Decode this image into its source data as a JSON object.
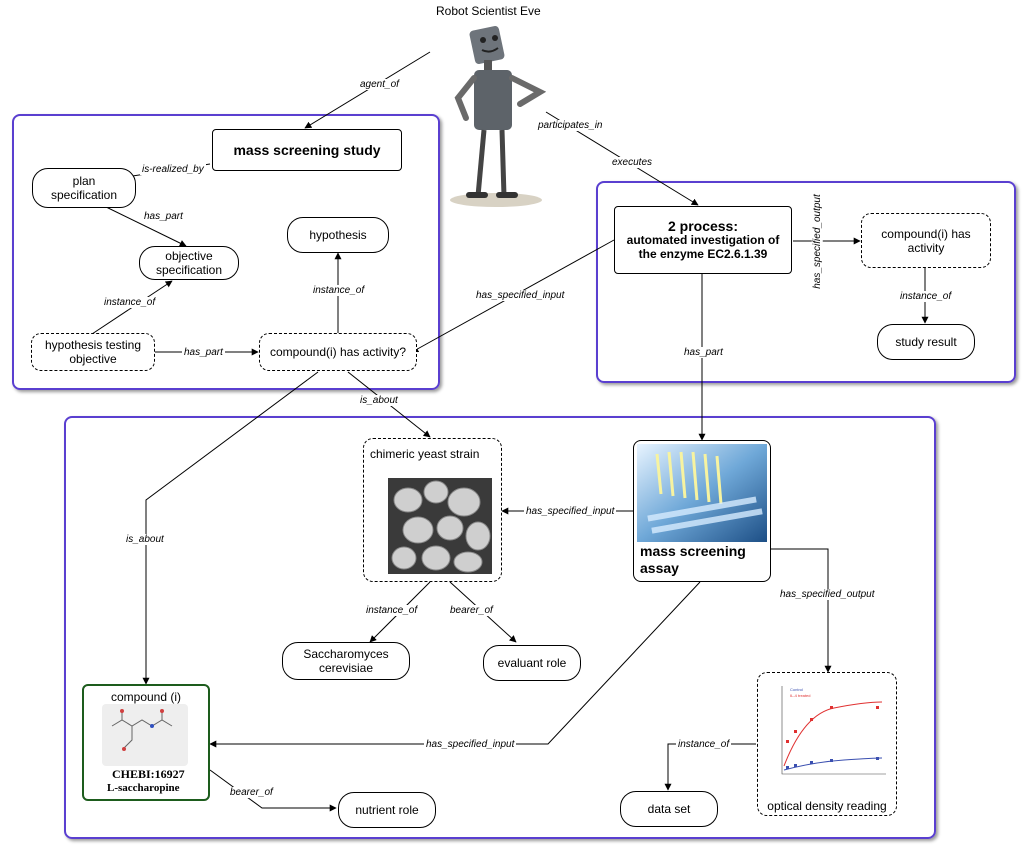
{
  "title": "Robot Scientist Eve",
  "nodes": {
    "mass_screening_study": "mass screening study",
    "plan_spec": "plan\nspecification",
    "objective_spec": "objective\nspecification",
    "hypothesis": "hypothesis",
    "hypothesis_testing": "hypothesis testing\nobjective",
    "compound_activity_q": "compound(i) has activity?",
    "process_title": "2 process:",
    "process_sub": "automated investigation of\nthe enzyme EC2.6.1.39",
    "compound_has_activity": "compound(i) has\nactivity",
    "study_result": "study result",
    "yeast": "chimeric yeast strain",
    "assay": "mass screening\nassay",
    "saccharomyces": "Saccharomyces\ncerevisiae",
    "evaluant": "evaluant role",
    "compound_i": "compound (i)",
    "chebi_id": "CHEBI:16927",
    "chebi_name": "L-saccharopine",
    "nutrient": "nutrient role",
    "data_set": "data set",
    "od_reading": "optical density reading"
  },
  "edge_labels": {
    "agent_of": "agent_of",
    "participates_in": "participates_in",
    "executes": "executes",
    "is_realized_by": "is-realized_by",
    "has_part_1": "has_part",
    "instance_of_1": "instance_of",
    "has_part_2": "has_part",
    "instance_of_2": "instance_of",
    "has_specified_input_1": "has_specified_input",
    "has_specified_output_1": "has_specified_output",
    "instance_of_3": "instance_of",
    "has_part_3": "has_part",
    "is_about_1": "is_about",
    "is_about_2": "is_about",
    "has_specified_input_2": "has_specified_input",
    "has_specified_output_2": "has_specified_output",
    "instance_of_4": "instance_of",
    "bearer_of_1": "bearer_of",
    "has_specified_input_3": "has_specified_input",
    "instance_of_5": "instance_of",
    "bearer_of_2": "bearer_of"
  },
  "chart_legend": [
    "Control",
    "IL-4 treated"
  ],
  "colors": {
    "region_border": "#5a3fd0",
    "compound_border": "#1d5c1d",
    "series_control": "#3a4fb0",
    "series_treated": "#e03030"
  }
}
